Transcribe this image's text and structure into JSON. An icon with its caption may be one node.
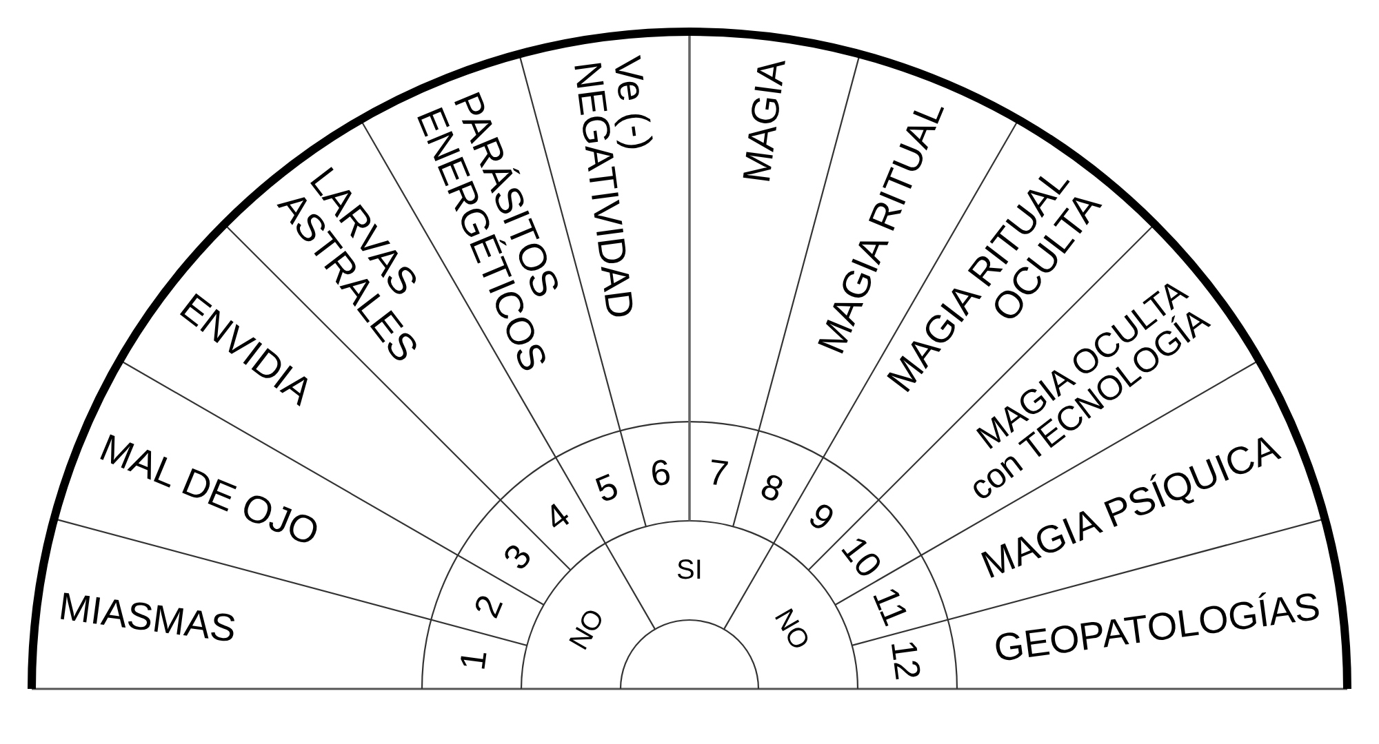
{
  "diagram": {
    "nodes": [
      {
        "text": [
          "MIASMAS"
        ]
      },
      {
        "text": [
          "MAL DE OJO"
        ]
      },
      {
        "text": [
          "ENVIDIA"
        ]
      },
      {
        "text": [
          "LARVAS ASTRALES"
        ]
      },
      {
        "text": [
          "PARÁSITOS ENERGÉTICOS"
        ]
      },
      {
        "text": [
          "Ve (-) NEGATIVIDAD"
        ]
      },
      {
        "text": [
          "MAGIA"
        ]
      },
      {
        "text": [
          "MAGIA RITUAL"
        ]
      },
      {
        "text": [
          "MAGIA RITUAL OCULTA"
        ]
      },
      {
        "text": [
          "MAGIA OCULTA con TECNOLOGÍA"
        ]
      },
      {
        "text": [
          "MAGIA PSÍQUICA"
        ]
      },
      {
        "text": [
          "GEOPATOLOGÍAS"
        ]
      },
      {
        "text": [
          "1"
        ]
      },
      {
        "text": [
          "2"
        ]
      },
      {
        "text": [
          "3"
        ]
      },
      {
        "text": [
          "4"
        ]
      },
      {
        "text": [
          "5"
        ]
      },
      {
        "text": [
          "6"
        ]
      },
      {
        "text": [
          "7"
        ]
      },
      {
        "text": [
          "8"
        ]
      },
      {
        "text": [
          "9"
        ]
      },
      {
        "text": [
          "10"
        ]
      },
      {
        "text": [
          "11"
        ]
      },
      {
        "text": [
          "12"
        ]
      },
      {
        "text": [
          "NO"
        ]
      },
      {
        "text": [
          "SI"
        ]
      },
      {
        "text": [
          "NO"
        ]
      }
    ]
  }
}
